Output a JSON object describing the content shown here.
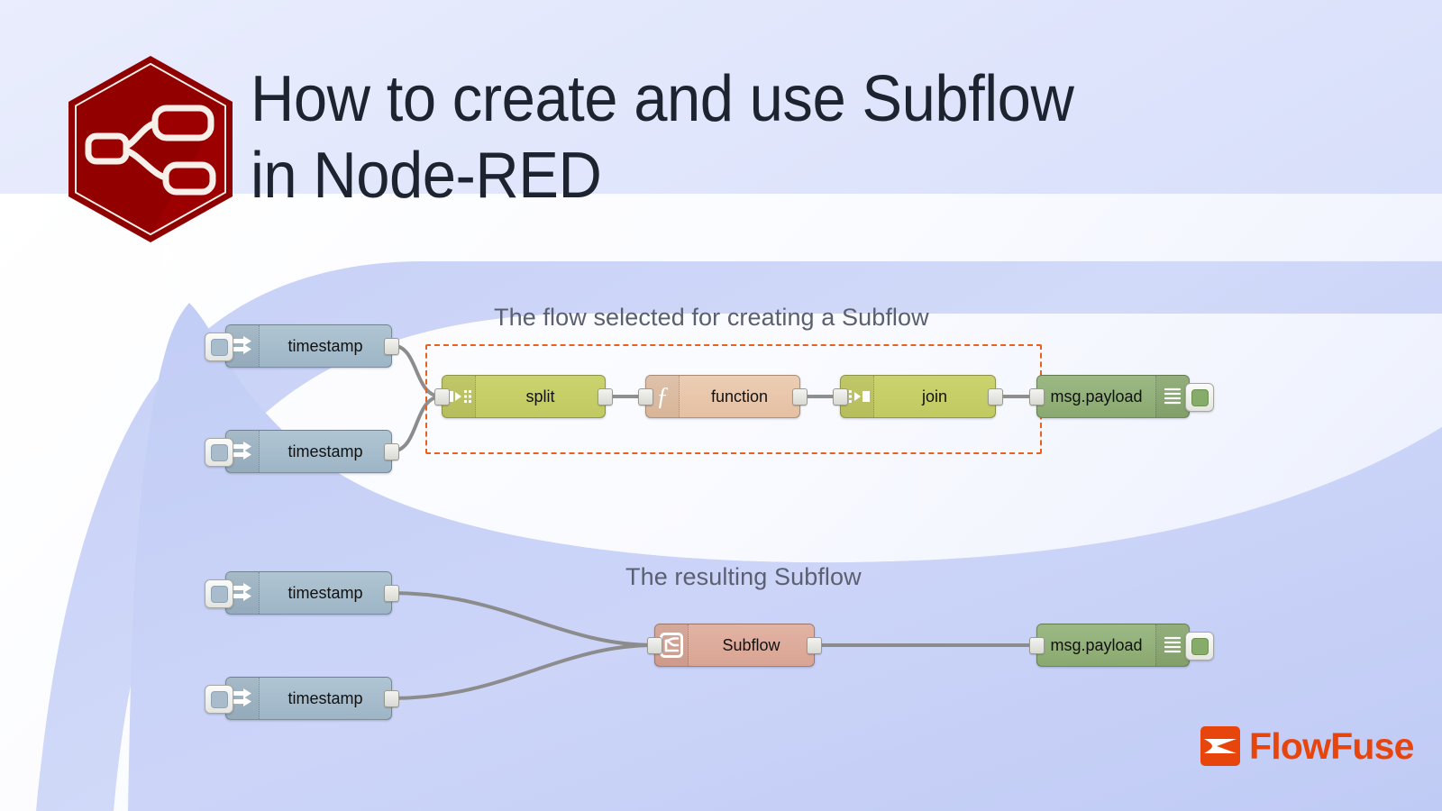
{
  "header": {
    "title": "How to create and use Subflow\nin Node-RED",
    "logo_name": "node-red-logo",
    "title_color": "#1d2430"
  },
  "colors": {
    "background_top": "#d7defb",
    "background_band": "#bfcaf5",
    "accent_orange": "#e8450c",
    "selection_orange": "#e8621f",
    "wire_gray": "#8c8c8c",
    "node_inject": "#a6bdcc",
    "node_split": "#c7cf6a",
    "node_function": "#e9c7ab",
    "node_join": "#c7cf6a",
    "node_debug": "#8ead74",
    "node_subflow": "#ddab9c",
    "node_red_dark": "#8f0000"
  },
  "captions": {
    "flow_selected": "The flow selected for creating a Subflow",
    "resulting_subflow": "The resulting Subflow"
  },
  "flows": {
    "top": {
      "nodes": [
        {
          "id": "inject-1",
          "label": "timestamp",
          "type": "inject",
          "icon": "arrow-right-icon",
          "has_button": true
        },
        {
          "id": "inject-2",
          "label": "timestamp",
          "type": "inject",
          "icon": "arrow-right-icon",
          "has_button": true
        },
        {
          "id": "split-1",
          "label": "split",
          "type": "split",
          "icon": "split-icon"
        },
        {
          "id": "function-1",
          "label": "function",
          "type": "function",
          "icon": "function-f-icon"
        },
        {
          "id": "join-1",
          "label": "join",
          "type": "join",
          "icon": "join-icon"
        },
        {
          "id": "debug-1",
          "label": "msg.payload",
          "type": "debug",
          "icon": "debug-lines-icon",
          "has_status": true
        }
      ]
    },
    "bottom": {
      "nodes": [
        {
          "id": "inject-3",
          "label": "timestamp",
          "type": "inject",
          "icon": "arrow-right-icon",
          "has_button": true
        },
        {
          "id": "inject-4",
          "label": "timestamp",
          "type": "inject",
          "icon": "arrow-right-icon",
          "has_button": true
        },
        {
          "id": "subflow-1",
          "label": "Subflow",
          "type": "subflow",
          "icon": "subflow-icon"
        },
        {
          "id": "debug-2",
          "label": "msg.payload",
          "type": "debug",
          "icon": "debug-lines-icon",
          "has_status": true
        }
      ]
    }
  },
  "footer": {
    "brand": "FlowFuse",
    "brand_mark": "flowfuse-mark-icon"
  }
}
